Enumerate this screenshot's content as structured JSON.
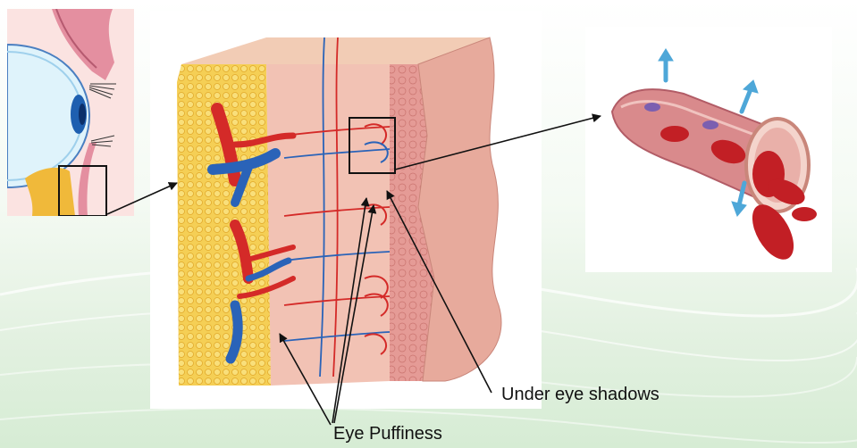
{
  "labels": {
    "under_eye_shadows": "Under eye shadows",
    "eye_puffiness": "Eye Puffiness"
  },
  "icons": [
    "eye-cross-section-illustration",
    "skin-tissue-block-illustration",
    "blood-vessel-illustration"
  ],
  "colors": {
    "fat": "#f2c640",
    "artery": "#d42a28",
    "vein": "#2a63b8",
    "skin": "#e6a39a",
    "background_tint": "#e3f1e1"
  }
}
